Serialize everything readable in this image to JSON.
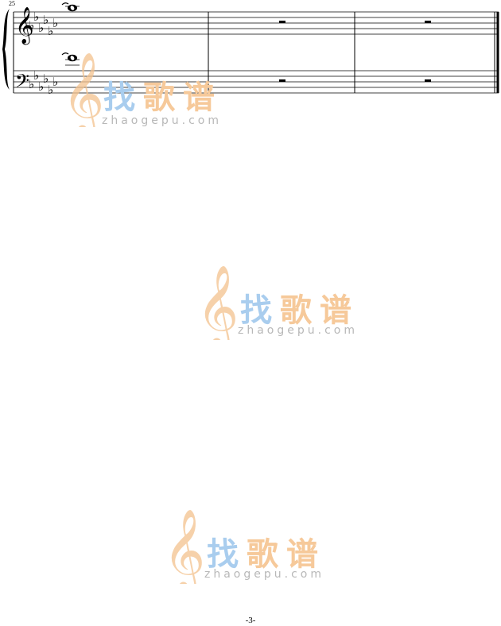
{
  "score": {
    "measure_number": "25",
    "key_signature": "6 flats",
    "clefs": [
      "treble-clef",
      "bass-clef"
    ],
    "measures": [
      {
        "treble": "whole-note-tied",
        "bass": "whole-note-tied"
      },
      {
        "treble": "whole-rest",
        "bass": "whole-rest"
      },
      {
        "treble": "whole-rest",
        "bass": "whole-rest"
      }
    ]
  },
  "watermark": {
    "brand_chars": [
      "找",
      "歌",
      "谱"
    ],
    "domain": "zhaogepu.com",
    "colors": {
      "blue": "#a9cdee",
      "orange": "#f6c99a",
      "clef": "#f3c28e"
    }
  },
  "footer": {
    "page_number": "-3-"
  }
}
